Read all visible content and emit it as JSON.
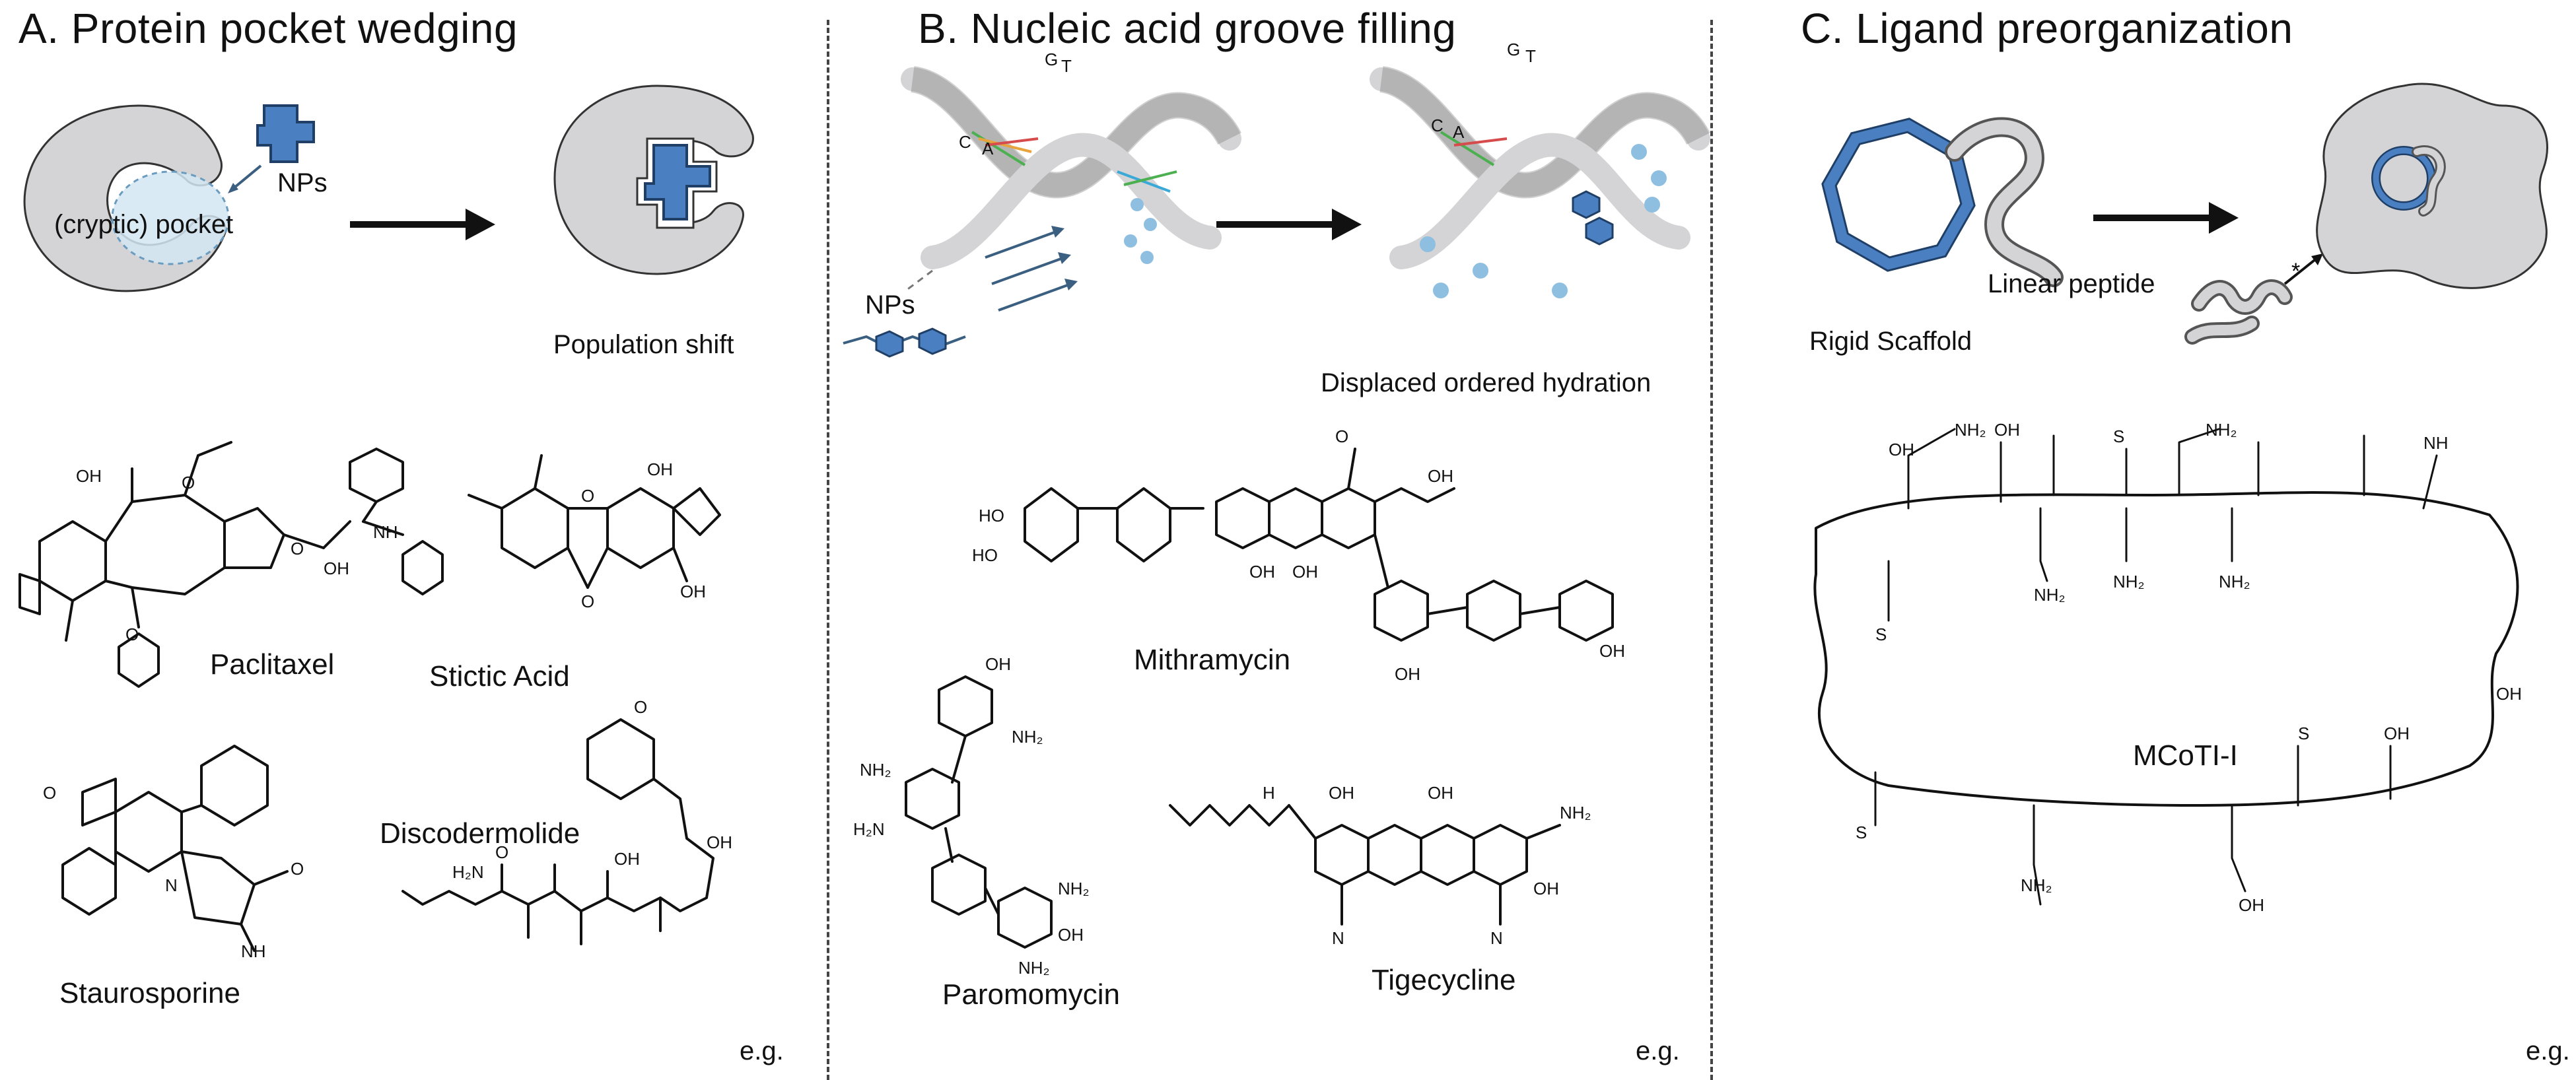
{
  "colors": {
    "protein_gray": "#d4d4d6",
    "ligand_blue": "#4a7fc1",
    "ligand_blue_dark": "#1f3f66",
    "pocket_light_blue": "#d4e6f2",
    "water_blue": "#8fbfe0",
    "arrow_blue": "#3a5f80",
    "divider": "#444444"
  },
  "panel_a": {
    "title": "A.  Protein pocket wedging",
    "nps_label": "NPs",
    "pocket_label": "(cryptic) pocket",
    "result_label": "Population shift",
    "molecules": [
      "Paclitaxel",
      "Stictic Acid",
      "Discodermolide",
      "Staurosporine"
    ],
    "eg": "e.g."
  },
  "panel_b": {
    "title": "B.  Nucleic acid groove filling",
    "nps_label": "NPs",
    "result_label": "Displaced ordered hydration",
    "base_letters": [
      "G",
      "T",
      "C",
      "A"
    ],
    "molecules": [
      "Mithramycin",
      "Paromomycin",
      "Tigecycline"
    ],
    "eg": "e.g."
  },
  "panel_c": {
    "title": "C.  Ligand preorganization",
    "rigid_label": "Rigid Scaffold",
    "linear_label": "Linear peptide",
    "molecules": [
      "MCoTI-I"
    ],
    "eg": "e.g."
  }
}
